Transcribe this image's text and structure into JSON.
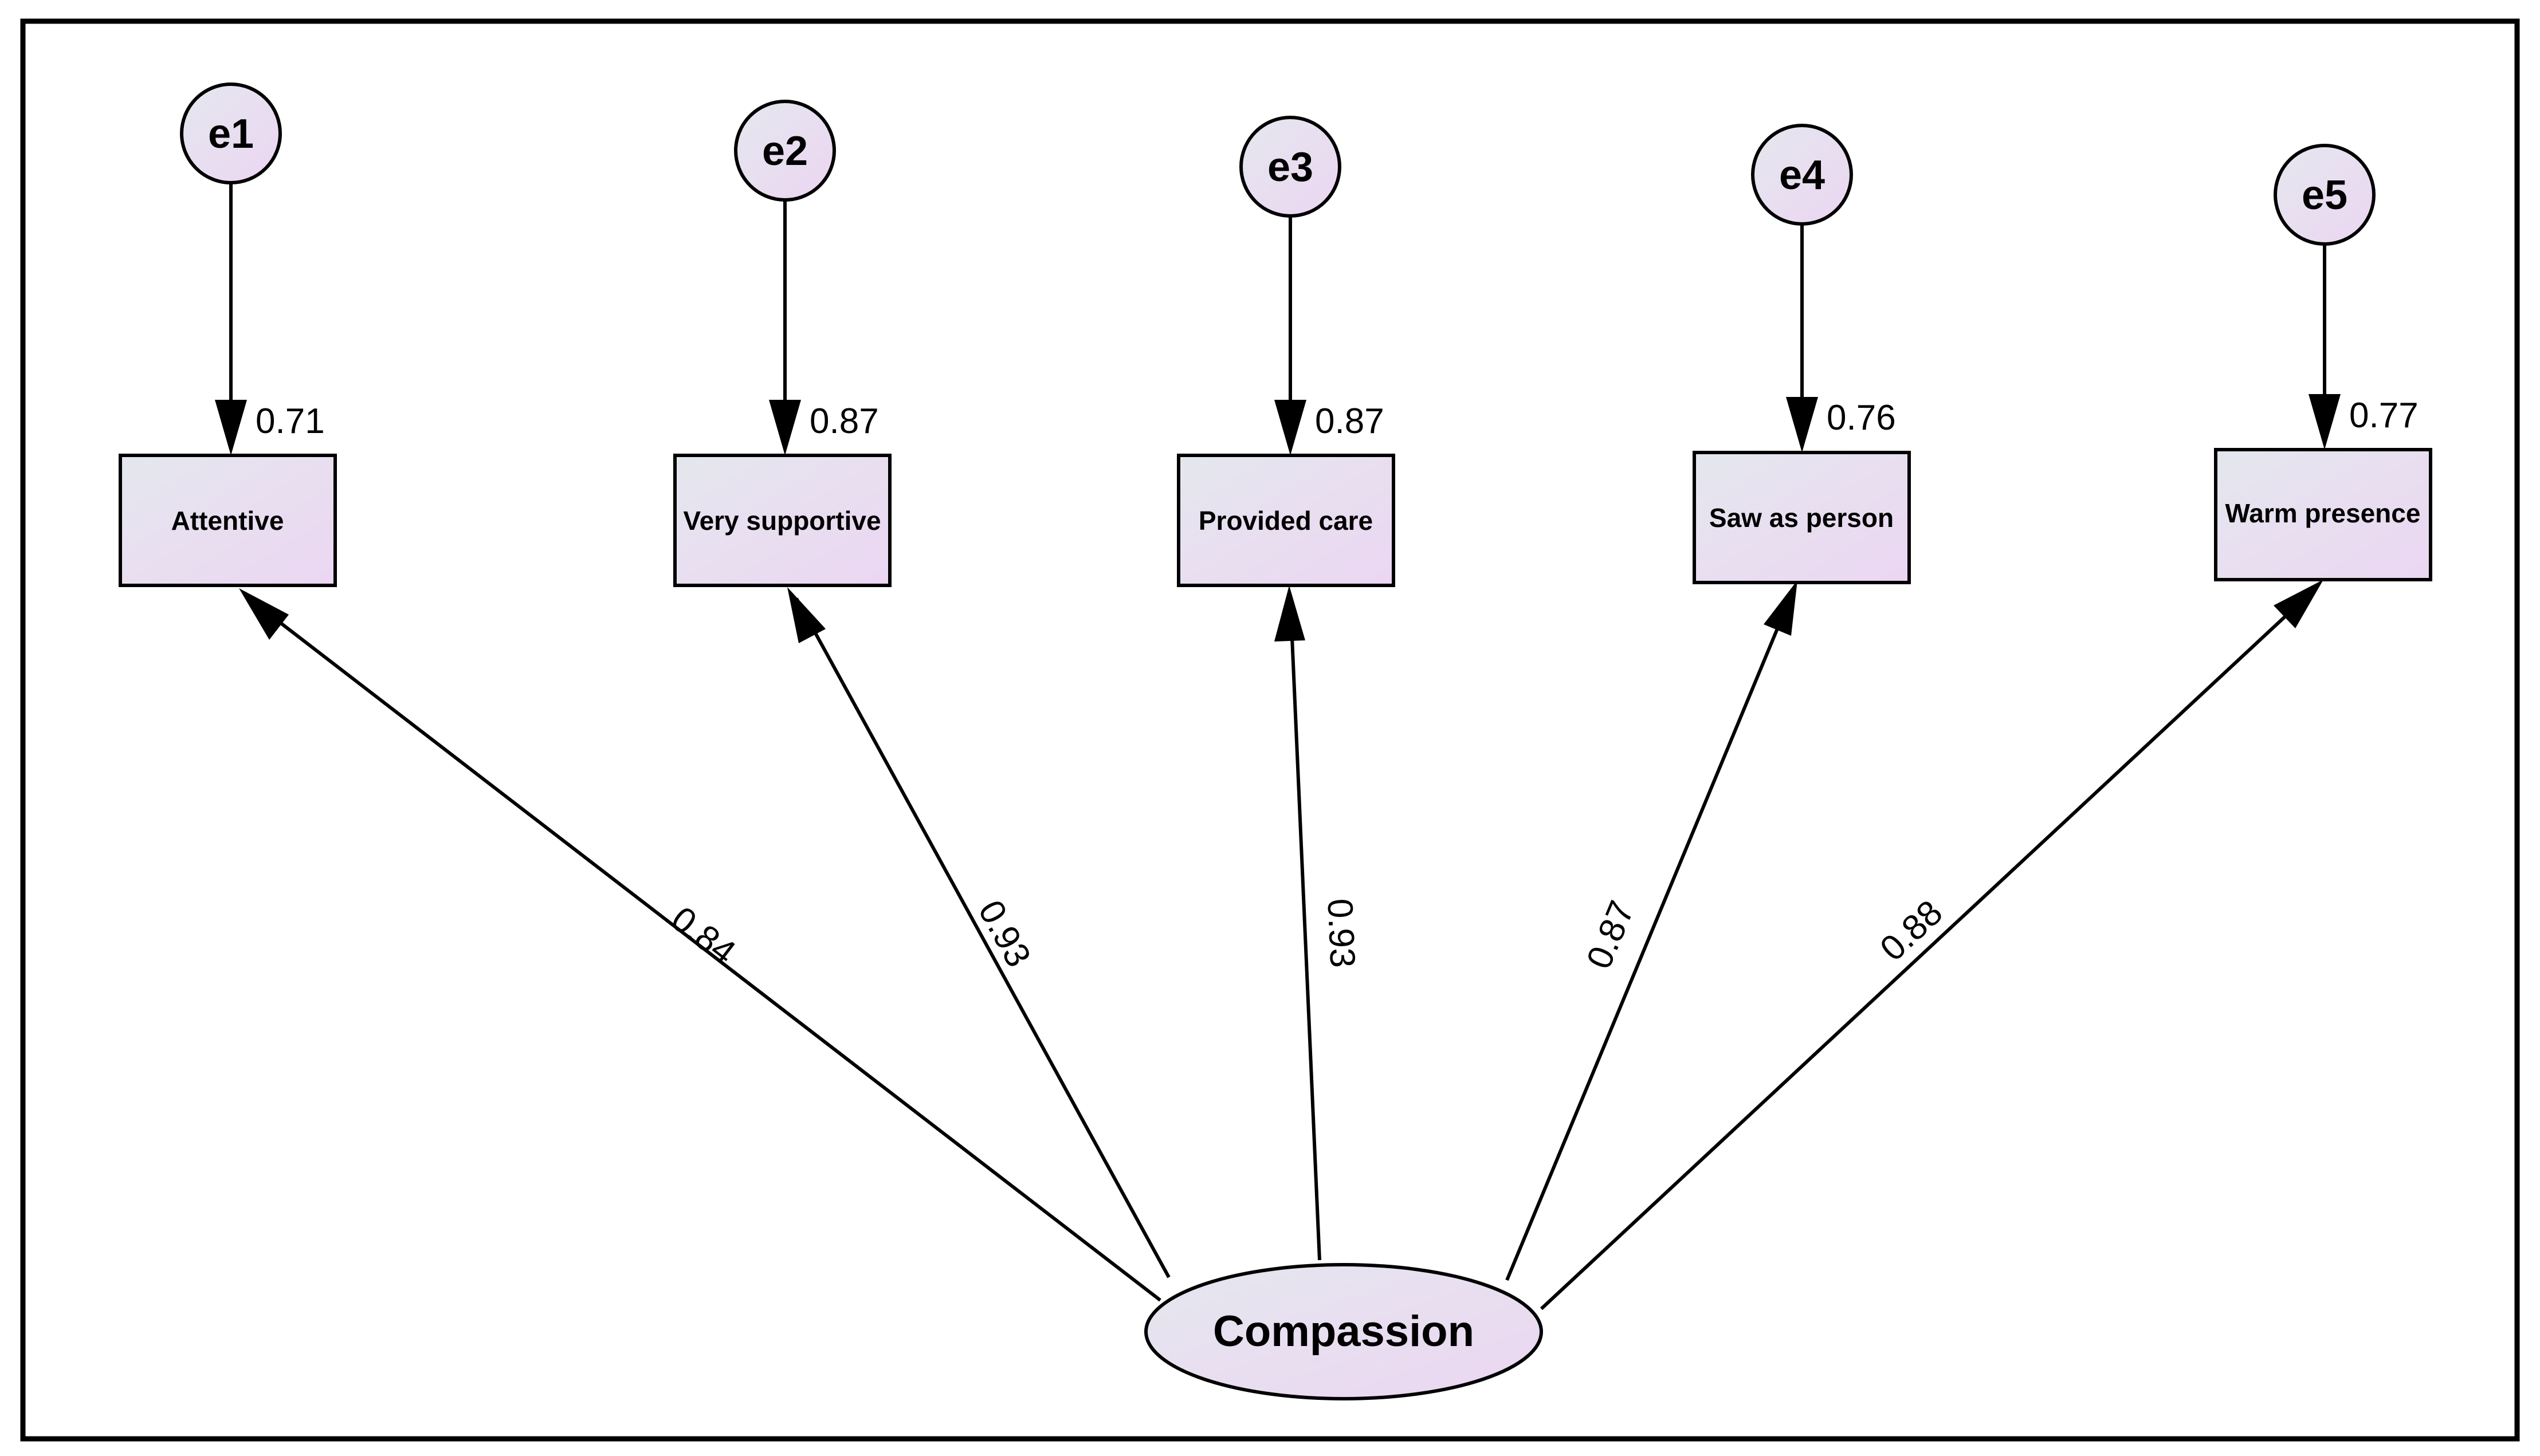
{
  "colors": {
    "border": "#000000",
    "node_fill_start": "#e4e7ee",
    "node_fill_end": "#ecd6f2",
    "line": "#000000"
  },
  "latent": {
    "label": "Compassion"
  },
  "errors": [
    {
      "label": "e1",
      "to": "Attentive",
      "value": "0.71"
    },
    {
      "label": "e2",
      "to": "Very supportive",
      "value": "0.87"
    },
    {
      "label": "e3",
      "to": "Provided care",
      "value": "0.87"
    },
    {
      "label": "e4",
      "to": "Saw as person",
      "value": "0.76"
    },
    {
      "label": "e5",
      "to": "Warm presence",
      "value": "0.77"
    }
  ],
  "indicators": [
    {
      "label": "Attentive",
      "loading": "0.84"
    },
    {
      "label": "Very supportive",
      "loading": "0.93"
    },
    {
      "label": "Provided care",
      "loading": "0.93"
    },
    {
      "label": "Saw as person",
      "loading": "0.87"
    },
    {
      "label": "Warm presence",
      "loading": "0.88"
    }
  ]
}
